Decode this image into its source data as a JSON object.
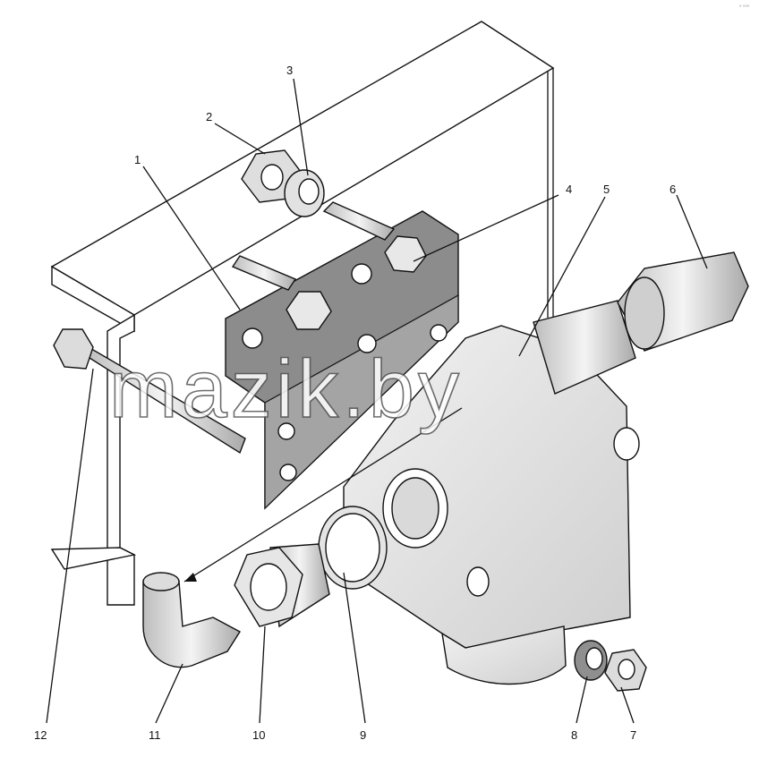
{
  "watermark": "mazik.by",
  "corner_mark": "° °°°",
  "callouts": [
    {
      "id": "1",
      "label": "1"
    },
    {
      "id": "2",
      "label": "2"
    },
    {
      "id": "3",
      "label": "3"
    },
    {
      "id": "4",
      "label": "4"
    },
    {
      "id": "5",
      "label": "5"
    },
    {
      "id": "6",
      "label": "6"
    },
    {
      "id": "7",
      "label": "7"
    },
    {
      "id": "8",
      "label": "8"
    },
    {
      "id": "9",
      "label": "9"
    },
    {
      "id": "10",
      "label": "10"
    },
    {
      "id": "11",
      "label": "11"
    },
    {
      "id": "12",
      "label": "12"
    }
  ],
  "colors": {
    "line": "#111111",
    "plate": "#8c8c8c",
    "metal_light": "#e6e6e6",
    "metal_mid": "#bdbdbd",
    "background": "#ffffff"
  }
}
